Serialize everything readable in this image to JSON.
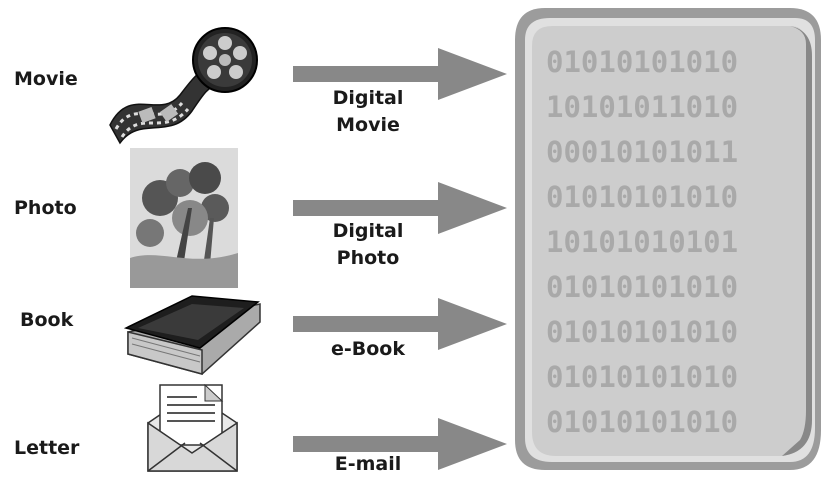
{
  "items": [
    {
      "label": "Movie",
      "caption": [
        "Digital",
        "Movie"
      ],
      "icon": "film-reel-icon"
    },
    {
      "label": "Photo",
      "caption": [
        "Digital",
        "Photo"
      ],
      "icon": "photo-icon"
    },
    {
      "label": "Book",
      "caption": [
        "e-Book"
      ],
      "icon": "book-icon"
    },
    {
      "label": "Letter",
      "caption": [
        "E-mail"
      ],
      "icon": "envelope-icon"
    }
  ],
  "binary_rows": [
    "01010101010",
    "10101011010",
    "00010101011",
    "01010101010",
    "10101010101",
    "01010101010",
    "01010101010",
    "01010101010",
    "01010101010"
  ],
  "colors": {
    "arrow": "#888888",
    "panel_outer": "#9a9a9a",
    "panel_inner": "#d2d2d2",
    "binary_text": "#a9a9a9"
  }
}
